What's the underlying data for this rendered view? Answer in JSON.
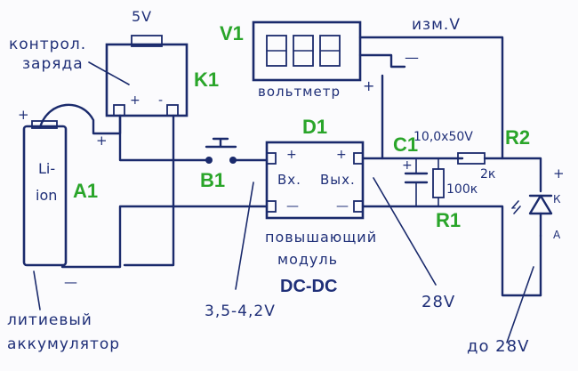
{
  "labels": {
    "k1_id": "K1",
    "k1_title_1": "контрол.",
    "k1_title_2": "заряда",
    "k1_supply": "5V",
    "k1_plus": "+",
    "k1_minus": "-",
    "v1_id": "V1",
    "v1_caption": "вольтметр",
    "v1_meas": "изм.V",
    "v1_minus": "—",
    "v1_plus": "+",
    "a1_id": "A1",
    "a1_text_1": "Li-",
    "a1_text_2": "ion",
    "a1_plus": "+",
    "a1_minus": "—",
    "batt_plus": "+",
    "batt_caption_1": "литиевый",
    "batt_caption_2": "аккумулятор",
    "b1_id": "B1",
    "d1_id": "D1",
    "d1_in": "Вх.",
    "d1_out": "Вых.",
    "d1_in_plus": "+",
    "d1_in_minus": "—",
    "d1_out_plus": "+",
    "d1_out_minus": "—",
    "d1_caption_1": "повышающий",
    "d1_caption_2": "модуль",
    "d1_caption_3": "DC-DC",
    "c1_id": "C1",
    "c1_value": "10,0х50V",
    "c1_plus": "+",
    "r1_id": "R1",
    "r1_value": "100к",
    "r2_id": "R2",
    "r2_value": "2к",
    "input_range": "3,5-4,2V",
    "output_v": "28V",
    "led_k": "К",
    "led_a": "А",
    "led_plus": "+",
    "led_minus": "-",
    "led_range": "до 28V"
  }
}
